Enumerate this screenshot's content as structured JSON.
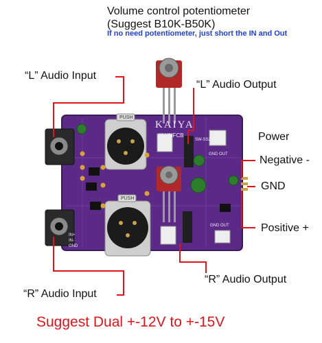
{
  "header": {
    "title": "Volume control potentiometer",
    "subtitle": "(Suggest B10K-B50K)",
    "note": "If no need potentiometer, just short the IN and Out"
  },
  "labels": {
    "l_input": "“L” Audio Input",
    "l_output": "“L”  Audio Output",
    "r_input": "“R” Audio Input",
    "r_output": "“R”  Audio Output",
    "power": "Power",
    "negative": "Negative -",
    "gnd": "GND",
    "positive": "Positive +"
  },
  "board": {
    "brand": "KAIYA",
    "model": "KY-INFCB",
    "push_top": "PUSH",
    "push_bottom": "PUSH",
    "switch_label": "SW-SS2",
    "gnd_out_top": "GND OUT",
    "gnd_out_bottom": "GND OUT",
    "in_plus": "IN+",
    "in_minus": "IN-",
    "gnd_small": "GND"
  },
  "footer": {
    "text": "Suggest Dual +-12V to +-15V"
  },
  "colors": {
    "pcb": "#5b2a86",
    "pcb_dark": "#3b1a5a",
    "connector": "#d9d9d9",
    "red_line": "#e0141b",
    "note_blue": "#1f3fd8",
    "footer_red": "#e0141b"
  }
}
